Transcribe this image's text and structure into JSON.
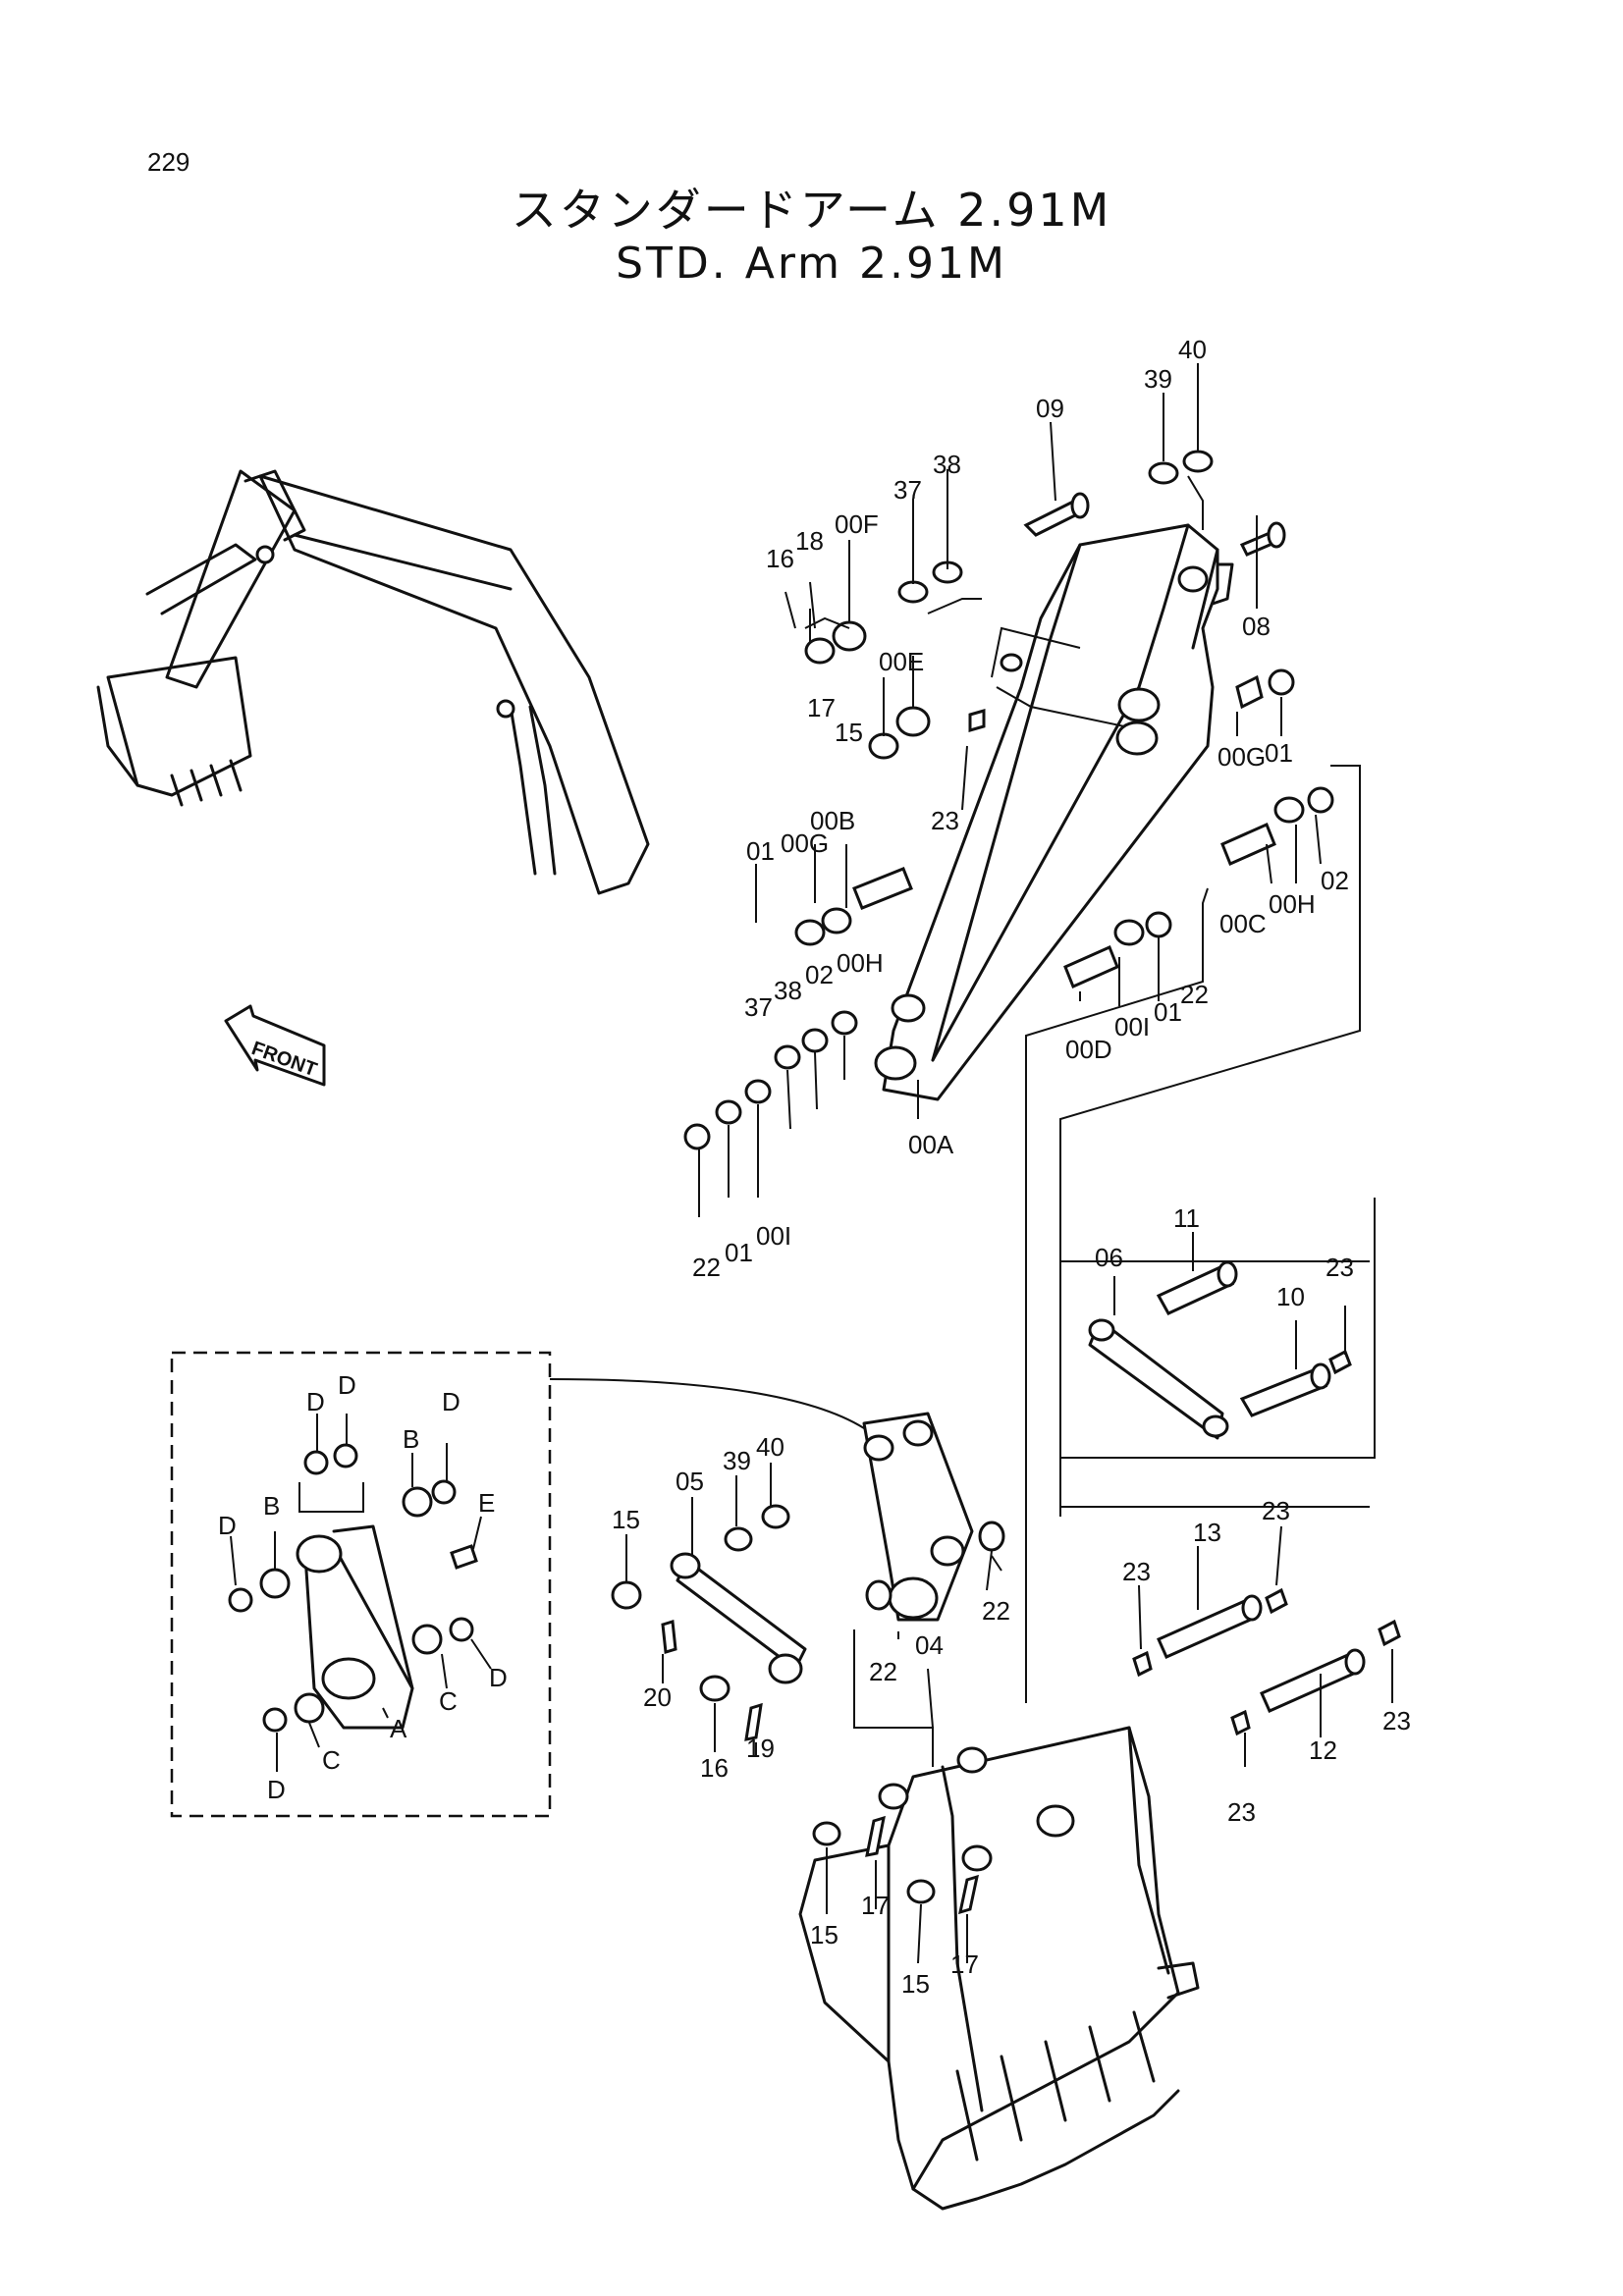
{
  "page": {
    "number": "229",
    "title_jp": "スタンダードアーム 2.91M",
    "title_en": "STD. Arm 2.91M",
    "front_label": "FRONT"
  },
  "callouts": {
    "c09": "09",
    "c39a": "39",
    "c40a": "40",
    "c38a": "38",
    "c37a": "37",
    "c00F": "00F",
    "c18": "18",
    "c16a": "16",
    "c08": "08",
    "c00E": "00E",
    "c15a": "15",
    "c17a": "17",
    "c23a": "23",
    "c00Ga": "00G",
    "c01a": "01",
    "c00B": "00B",
    "c01b": "01",
    "c00Gb": "00G",
    "c00C": "00C",
    "c00Ha": "00H",
    "c02a": "02",
    "c37b": "37",
    "c38b": "38",
    "c02b": "02",
    "c00Hb": "00H",
    "c00D": "00D",
    "c00Ia": "00I",
    "c01c": "01",
    "c22a": "22",
    "c00A": "00A",
    "c22b": "22",
    "c01d": "01",
    "c00Ib": "00I",
    "c11": "11",
    "c06": "06",
    "c10": "10",
    "c23b": "23",
    "c15b": "15",
    "c05": "05",
    "c39b": "39",
    "c40b": "40",
    "c04": "04",
    "c22c": "22",
    "c22d": "22",
    "c20": "20",
    "c16b": "16",
    "c19": "19",
    "c13": "13",
    "c23c": "23",
    "c23d": "23",
    "c23e": "23",
    "c12": "12",
    "c23f": "23",
    "c15c": "15",
    "c17b": "17",
    "c15d": "15",
    "c17c": "17",
    "dD1": "D",
    "dD2": "D",
    "dB1": "B",
    "dD3": "D",
    "dD4": "D",
    "dB2": "B",
    "dE": "E",
    "dD5": "D",
    "dC1": "C",
    "dA": "A",
    "dC2": "C",
    "dD6": "D"
  }
}
